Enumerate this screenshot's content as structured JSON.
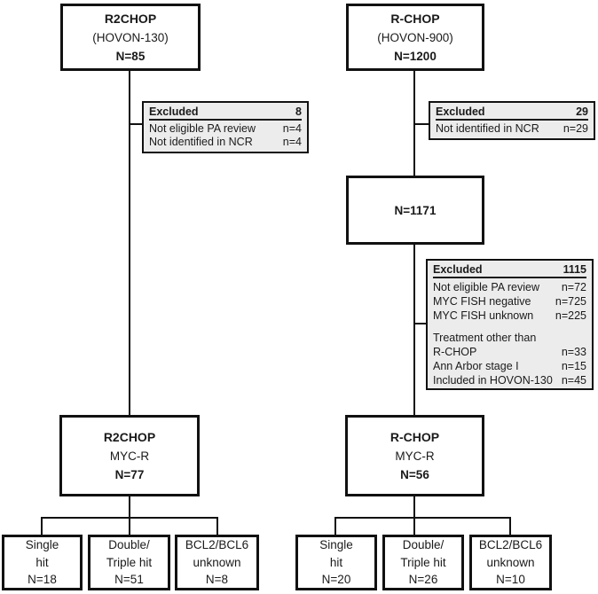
{
  "colors": {
    "line": "#111111",
    "box_border": "#111111",
    "excluded_bg": "#ececec",
    "text": "#1a1a1a"
  },
  "left_arm": {
    "top_box": {
      "title": "R2CHOP",
      "subtitle": "(HOVON-130)",
      "n": "N=85"
    },
    "excluded_box": {
      "header": {
        "label": "Excluded",
        "value": "8"
      },
      "rows": [
        {
          "label": "Not eligible PA review",
          "value": "n=4"
        },
        {
          "label": "Not identified in NCR",
          "value": "n=4"
        }
      ]
    },
    "myc_box": {
      "title": "R2CHOP",
      "subtitle": "MYC-R",
      "n": "N=77"
    },
    "bottom_boxes": [
      {
        "line1": "Single",
        "line2": "hit",
        "line3": "N=18"
      },
      {
        "line1": "Double/",
        "line2": "Triple hit",
        "line3": "N=51"
      },
      {
        "line1": "BCL2/BCL6",
        "line2": "unknown",
        "line3": "N=8"
      }
    ]
  },
  "right_arm": {
    "top_box": {
      "title": "R-CHOP",
      "subtitle": "(HOVON-900)",
      "n": "N=1200"
    },
    "excluded_box_upper": {
      "header": {
        "label": "Excluded",
        "value": "29"
      },
      "rows": [
        {
          "label": "Not identified in NCR",
          "value": "n=29"
        }
      ]
    },
    "interim_box": {
      "n": "N=1171"
    },
    "excluded_box_lower": {
      "header": {
        "label": "Excluded",
        "value": "1115"
      },
      "rows_top": [
        {
          "label": "Not eligible PA review",
          "value": "n=72"
        },
        {
          "label": "MYC FISH negative",
          "value": "n=725"
        },
        {
          "label": "MYC FISH unknown",
          "value": "n=225"
        }
      ],
      "rows_bottom": [
        {
          "label": "Treatment other than",
          "value": ""
        },
        {
          "label": "R-CHOP",
          "value": "n=33"
        },
        {
          "label": "Ann Arbor stage I",
          "value": "n=15"
        },
        {
          "label": "Included in HOVON-130",
          "value": "n=45"
        }
      ]
    },
    "myc_box": {
      "title": "R-CHOP",
      "subtitle": "MYC-R",
      "n": "N=56"
    },
    "bottom_boxes": [
      {
        "line1": "Single",
        "line2": "hit",
        "line3": "N=20"
      },
      {
        "line1": "Double/",
        "line2": "Triple hit",
        "line3": "N=26"
      },
      {
        "line1": "BCL2/BCL6",
        "line2": "unknown",
        "line3": "N=10"
      }
    ]
  }
}
